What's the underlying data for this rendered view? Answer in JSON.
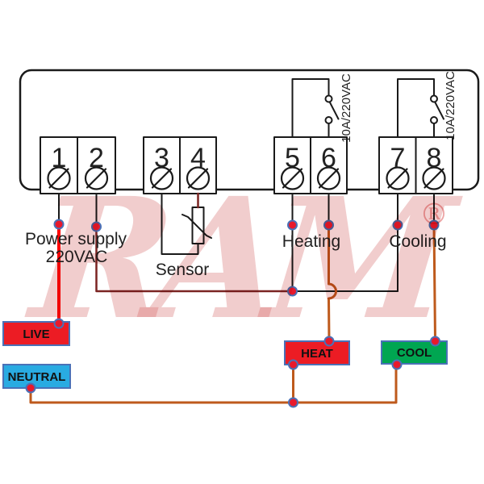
{
  "watermark": {
    "text": "RAM",
    "registered_mark": "®"
  },
  "controller": {
    "terminals": [
      {
        "number": "1"
      },
      {
        "number": "2"
      },
      {
        "number": "3"
      },
      {
        "number": "4"
      },
      {
        "number": "5"
      },
      {
        "number": "6"
      },
      {
        "number": "7"
      },
      {
        "number": "8"
      }
    ],
    "relays": [
      {
        "rating": "10A/220VAC"
      },
      {
        "rating": "10A/220VAC"
      }
    ]
  },
  "labels": {
    "power_supply_line1": "Power supply",
    "power_supply_line2": "220VAC",
    "sensor": "Sensor",
    "heating": "Heating",
    "cooling": "Cooling"
  },
  "connection_boxes": {
    "live": {
      "label": "LIVE",
      "fill": "#EC1C24"
    },
    "neutral": {
      "label": "NEUTRAL",
      "fill": "#29ABE2"
    },
    "heat": {
      "label": "HEAT",
      "fill": "#EC1C24"
    },
    "cool": {
      "label": "COOL",
      "fill": "#00A651"
    }
  },
  "colors": {
    "outline": "#1A1A1A",
    "wire_black": "#1A1A1A",
    "wire_live_red": "#FF0000",
    "wire_phase_maroon": "#7B2422",
    "wire_load_orange": "#BE5A1C",
    "node_fill": "#E8192C",
    "node_ring": "#4A71B7",
    "box_border": "#4A71B7"
  }
}
